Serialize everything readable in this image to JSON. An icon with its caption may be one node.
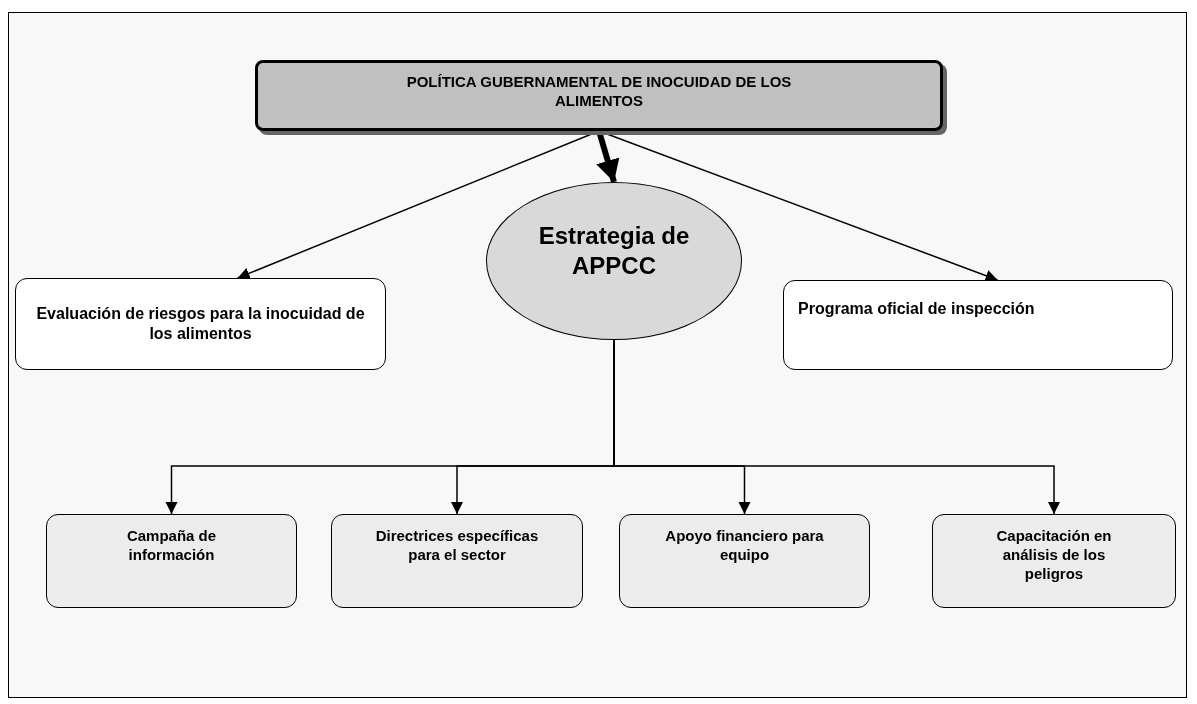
{
  "diagram": {
    "nodes": [
      {
        "text": [
          "POLÍTICA GUBERNAMENTAL DE INOCUIDAD DE LOS ALIMENTOS"
        ]
      },
      {
        "text": [
          "Evaluación de riesgos para la inocuidad de los alimentos"
        ]
      },
      {
        "text": [
          "Estrategia de APPCC"
        ]
      },
      {
        "text": [
          "Programa oficial de inspección"
        ]
      },
      {
        "text": [
          "Campaña de información"
        ]
      },
      {
        "text": [
          "Directrices específicas para el sector"
        ]
      },
      {
        "text": [
          "Apoyo financiero para equipo"
        ]
      },
      {
        "text": [
          "Capacitación en análisis de los peligros"
        ]
      }
    ],
    "edges": [
      {
        "from": 0,
        "to": 1,
        "arrow": "to"
      },
      {
        "from": 0,
        "to": 2,
        "arrow": "to",
        "style": "thick"
      },
      {
        "from": 0,
        "to": 3,
        "arrow": "to"
      },
      {
        "from": 2,
        "to": 4,
        "arrow": "to"
      },
      {
        "from": 2,
        "to": 5,
        "arrow": "to"
      },
      {
        "from": 2,
        "to": 6,
        "arrow": "to"
      },
      {
        "from": 2,
        "to": 7,
        "arrow": "to"
      }
    ]
  }
}
